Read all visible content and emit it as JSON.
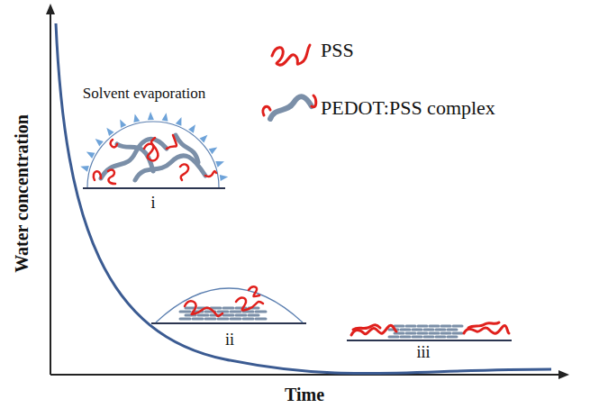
{
  "diagram": {
    "labels": [
      "Solvent evaporation",
      "i",
      "ii",
      "iii",
      "Water concentration",
      "Time"
    ],
    "legend": [
      {
        "text": "PSS"
      },
      {
        "text": "PEDOT:PSS complex"
      }
    ]
  }
}
